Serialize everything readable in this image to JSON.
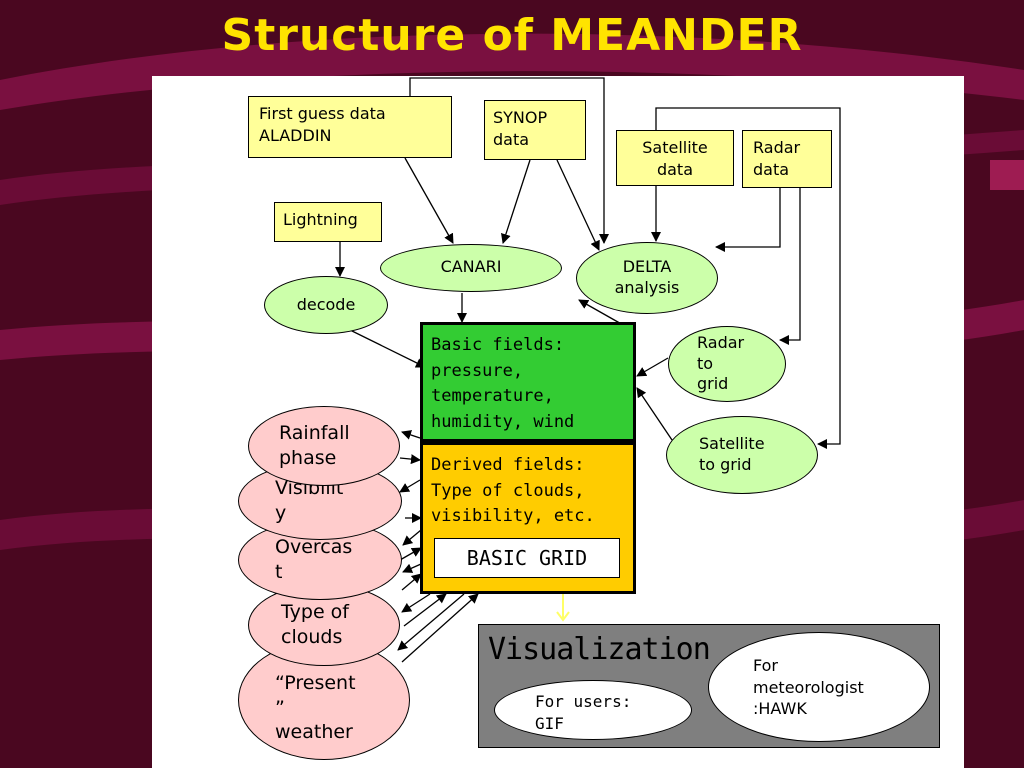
{
  "title": "Structure of MEANDER",
  "inputs": {
    "first_guess": [
      "First guess data",
      "ALADDIN"
    ],
    "synop": [
      "SYNOP",
      "data"
    ],
    "satellite": [
      "Satellite",
      "data"
    ],
    "radar": [
      "Radar",
      "data"
    ],
    "lightning": "Lightning"
  },
  "processes": {
    "canari": "CANARI",
    "delta": [
      "DELTA",
      "analysis"
    ],
    "decode": "decode",
    "radar_to_grid": [
      "Radar",
      "to",
      "grid"
    ],
    "satellite_to_grid": [
      "Satellite",
      "to grid"
    ]
  },
  "grid": {
    "basic_fields": [
      "Basic fields:",
      "pressure,",
      "temperature,",
      "humidity, wind"
    ],
    "derived_fields": [
      "Derived fields:",
      "Type of clouds,",
      "visibility, etc."
    ],
    "basic_grid": "BASIC GRID"
  },
  "outputs": {
    "rainfall": [
      "Rainfall",
      "phase"
    ],
    "visibility": [
      "Visibilit",
      "y"
    ],
    "overcast": [
      "Overcas",
      "t"
    ],
    "type_of_clouds": [
      "Type of",
      "clouds"
    ],
    "present_weather": [
      "“Present",
      "”",
      "weather"
    ]
  },
  "visualization": {
    "title": "Visualization",
    "users": [
      "For users:",
      "GIF"
    ],
    "meteorologist": [
      "For",
      "meteorologist",
      ":HAWK"
    ]
  },
  "colors": {
    "background": "#4a0720",
    "title": "#ffe400",
    "input_box": "#ffff99",
    "process": "#ccffaa",
    "output": "#ffcccc",
    "basic_fields": "#33cc33",
    "derived_fields": "#ffcc00",
    "visualization": "#7f7f7f"
  }
}
